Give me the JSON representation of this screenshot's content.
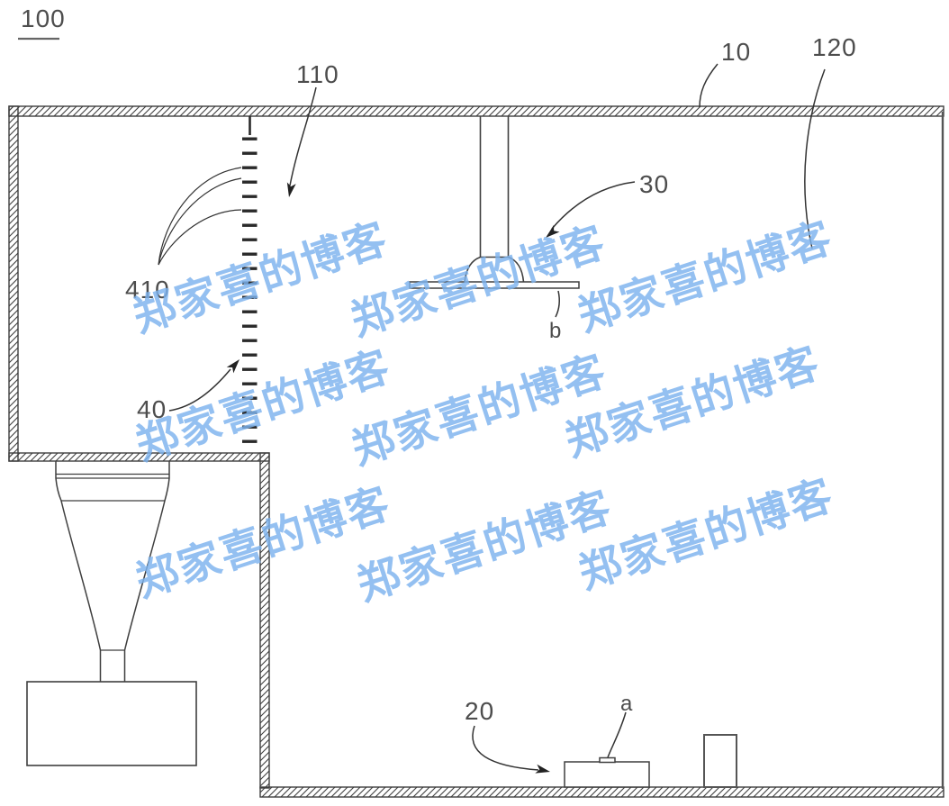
{
  "figure": {
    "watermark_text": "郑家喜的博客",
    "watermark_color": "#7db3ee",
    "line_color": "#3f3f3f",
    "label_color": "#4d4d4d",
    "background": "#ffffff"
  },
  "labels": {
    "figure_number": "100",
    "housing": "10",
    "partition": "110",
    "right_section": "120",
    "nozzle": "30",
    "flow_lines": "410",
    "mesh_screen": "40",
    "stage": "20",
    "point_a": "a",
    "point_b": "b"
  }
}
